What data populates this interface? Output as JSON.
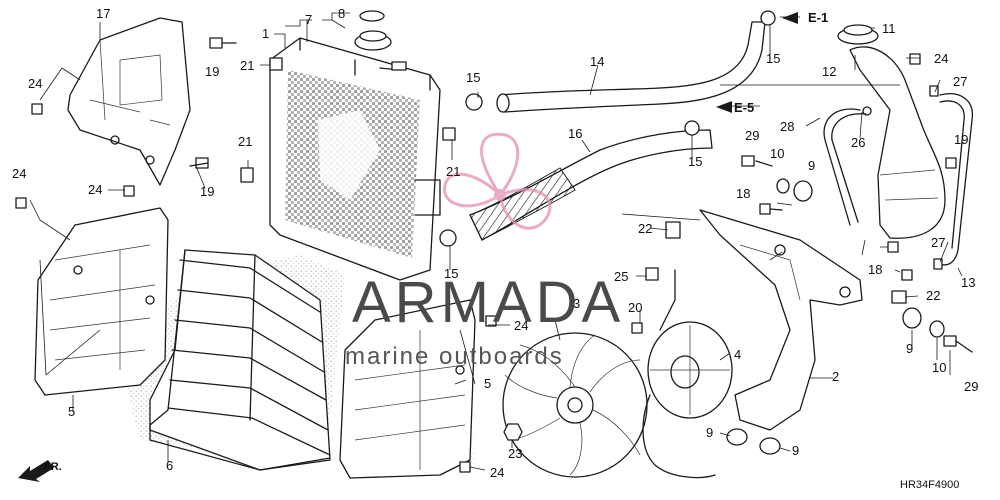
{
  "diagram": {
    "code": "HR34F4900",
    "watermark": {
      "brand": "ARMADA",
      "tagline": "marine outboards"
    },
    "direction_label": "FR.",
    "references": [
      {
        "id": "ref-e1",
        "text": "E-1"
      },
      {
        "id": "ref-e5",
        "text": "E-5"
      }
    ],
    "callouts": [
      "1",
      "2",
      "3",
      "4",
      "5",
      "5",
      "6",
      "7",
      "8",
      "9",
      "9",
      "9",
      "9",
      "10",
      "10",
      "11",
      "12",
      "13",
      "14",
      "15",
      "15",
      "15",
      "15",
      "16",
      "17",
      "18",
      "18",
      "19",
      "19",
      "19",
      "20",
      "21",
      "21",
      "21",
      "22",
      "22",
      "23",
      "24",
      "24",
      "24",
      "24",
      "24",
      "24",
      "25",
      "26",
      "27",
      "27",
      "28",
      "29",
      "29"
    ]
  },
  "colors": {
    "ink": "#1a1a1a",
    "logo_pink": "#e28fb4",
    "stipple": "#9a9a9a"
  }
}
